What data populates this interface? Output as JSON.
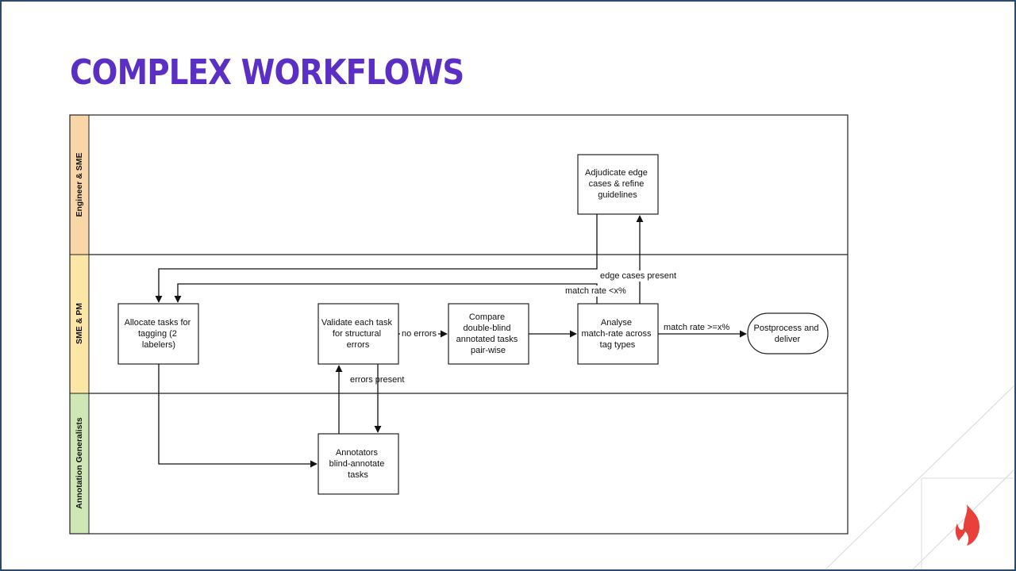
{
  "slide": {
    "title": "COMPLEX WORKFLOWS",
    "accent_color": "#5b2fc4",
    "logo_icon": "flame-icon",
    "logo_color": "#e8413b"
  },
  "lanes": [
    {
      "id": "eng",
      "label": "Engineer & SME",
      "color": "#f9d6a8"
    },
    {
      "id": "sme",
      "label": "SME & PM",
      "color": "#fbe6a6"
    },
    {
      "id": "ann",
      "label": "Annotation Generalists",
      "color": "#cfe7b4"
    }
  ],
  "nodes": {
    "adjudicate": [
      "Adjudicate edge",
      "cases & refine",
      "guidelines"
    ],
    "allocate": [
      "Allocate tasks for",
      "tagging (2",
      "labelers)"
    ],
    "validate": [
      "Validate each task",
      "for structural",
      "errors"
    ],
    "compare": [
      "Compare",
      "double-blind",
      "annotated tasks",
      "pair-wise"
    ],
    "analyse": [
      "Analyse",
      "match-rate across",
      "tag types"
    ],
    "postprocess": [
      "Postprocess and",
      "deliver"
    ],
    "annotators": [
      "Annotators",
      "blind-annotate",
      "tasks"
    ]
  },
  "edge_labels": {
    "no_errors": "no errors",
    "errors_present": "errors present",
    "match_rate_low": "match rate <x%",
    "edge_cases": "edge cases present",
    "match_rate_high": "match rate >=x%"
  }
}
